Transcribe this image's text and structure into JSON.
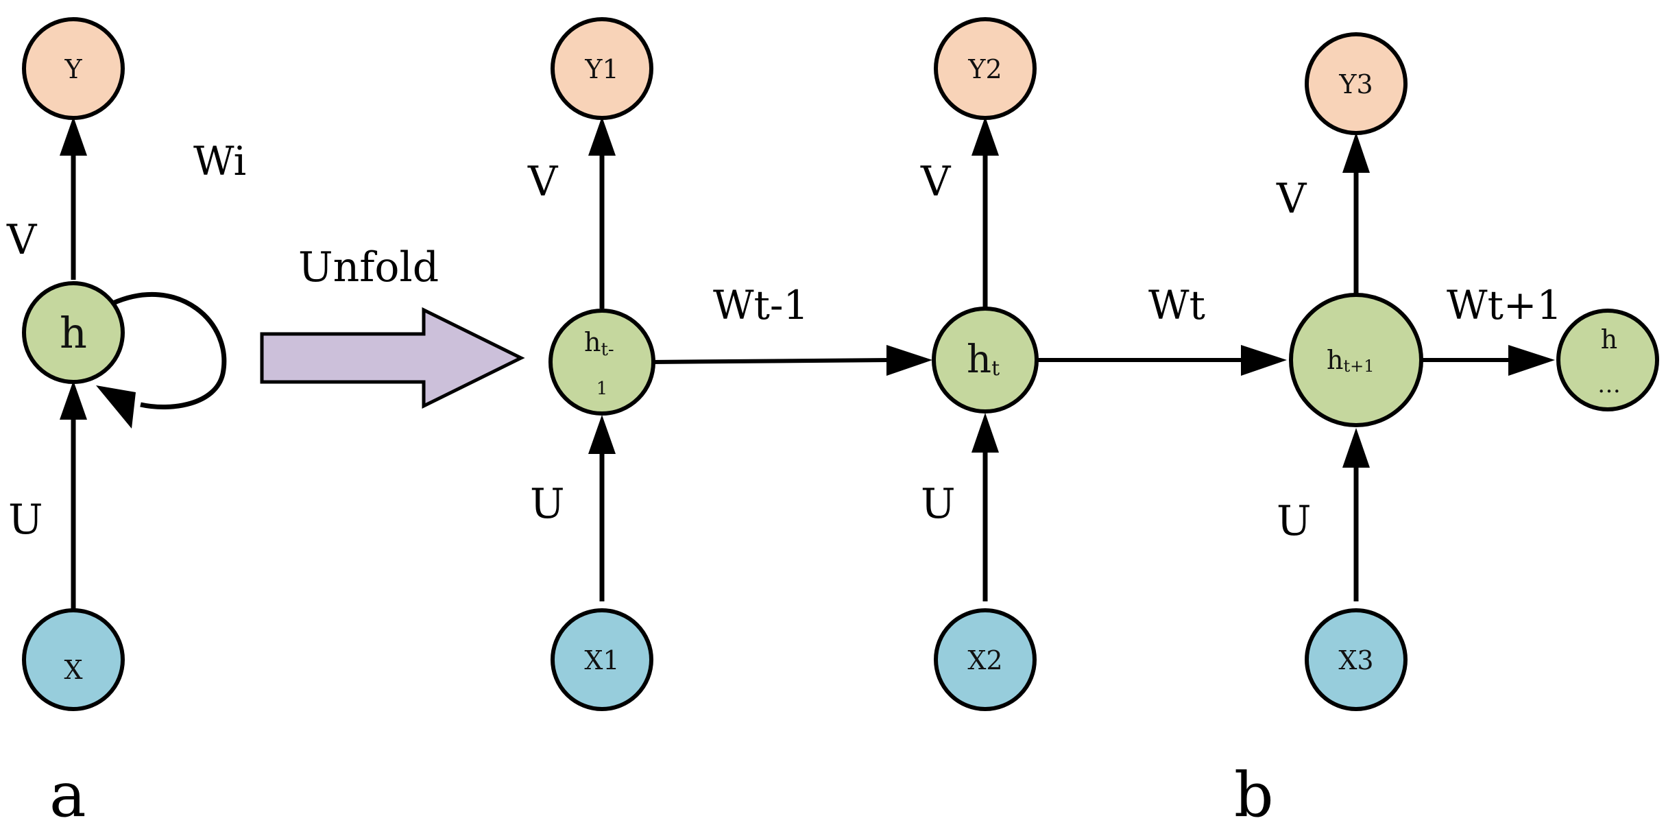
{
  "colors": {
    "output_fill": "#F8D3B8",
    "hidden_fill": "#C5D79E",
    "input_fill": "#97CDDC",
    "arrow_fill": "#CCC0DA",
    "stroke": "#000000"
  },
  "panel_a": {
    "output": "Y",
    "hidden": "h",
    "input": "X",
    "v_label": "V",
    "u_label": "U",
    "w_label": "Wi",
    "panel_label": "a"
  },
  "unfold_label": "Unfold",
  "panel_b": {
    "steps": [
      {
        "output": "Y1",
        "hidden_base": "h",
        "hidden_sub": "t-",
        "hidden_sub2": "1",
        "input": "X1",
        "v_label": "V",
        "u_label": "U"
      },
      {
        "output": "Y2",
        "hidden_base": "h",
        "hidden_sub": "t",
        "input": "X2",
        "v_label": "V",
        "u_label": "U"
      },
      {
        "output": "Y3",
        "hidden_base": "h",
        "hidden_sub": "t+1",
        "input": "X3",
        "v_label": "V",
        "u_label": "U"
      }
    ],
    "trailing_node": {
      "top": "h",
      "bottom": "…"
    },
    "w_labels": [
      "Wt-1",
      "Wt",
      "Wt+1"
    ],
    "panel_label": "b"
  }
}
